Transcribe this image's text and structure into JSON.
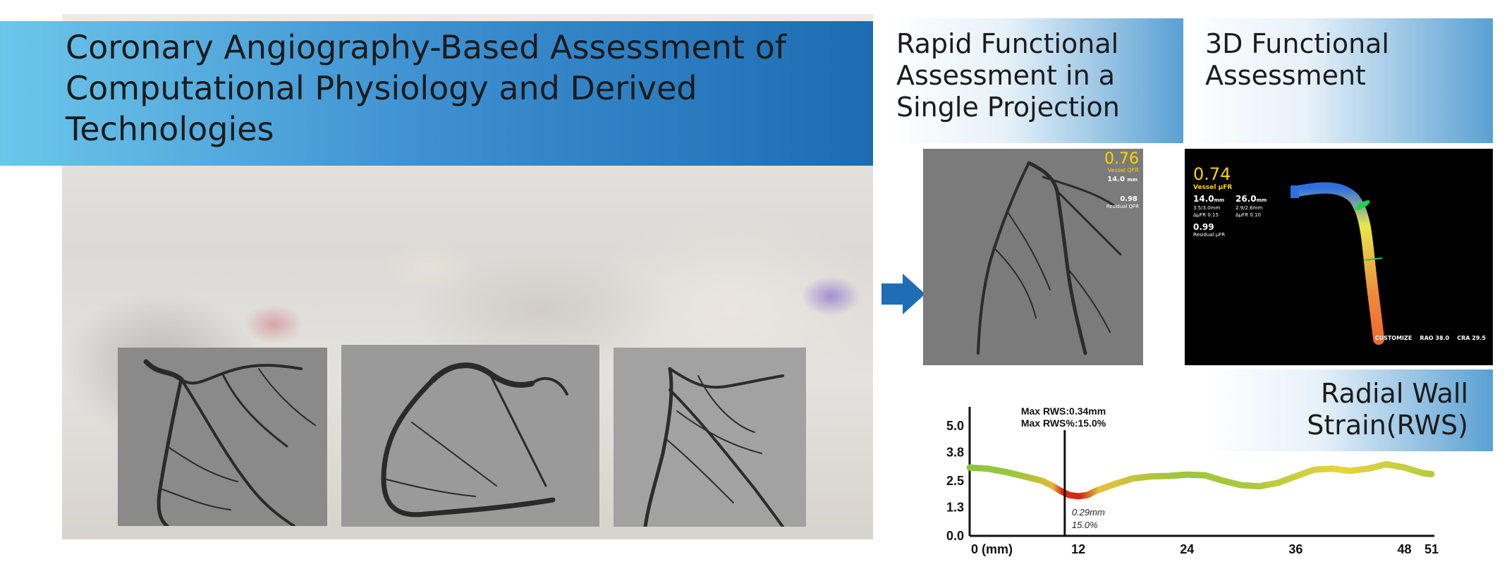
{
  "main_title": "Coronary Angiography-Based Assessment of Computational Physiology and Derived Technologies",
  "rapid_title": "Rapid Functional Assessment in a Single Projection",
  "func3d_title": "3D Functional Assessment",
  "rws_title": "Radial Wall Strain(RWS)",
  "qfr_panel": {
    "value": "0.76",
    "value_label": "Vessel QFR",
    "length": "14.0",
    "length_unit": "mm",
    "residual": "0.98",
    "residual_label": "Residual QFR"
  },
  "ufr_panel": {
    "value": "0.74",
    "value_label": "Vessel μFR",
    "len1": "14.0",
    "len2": "26.0",
    "unit": "mm",
    "diam1": "3.5/3.0mm",
    "diam2": "2.9/2.6mm",
    "dufr1": "ΔμFR  0.15",
    "dufr2": "ΔμFR  0.10",
    "residual": "0.99",
    "residual_label": "Residual μFR",
    "footer": "CUSTOMIZE    RAO 38.0    CRA 29.5"
  },
  "chart_data": {
    "type": "line",
    "title": "",
    "xlabel": "",
    "ylabel": "",
    "x_ticks": [
      "0 (mm)",
      "12",
      "24",
      "36",
      "48",
      "51"
    ],
    "x_tick_values": [
      0,
      12,
      24,
      36,
      48,
      51
    ],
    "y_ticks": [
      "5.0",
      "3.8",
      "2.5",
      "1.3",
      "0.0"
    ],
    "y_tick_values": [
      5.0,
      3.8,
      2.5,
      1.3,
      0.0
    ],
    "xlim": [
      0,
      51
    ],
    "ylim": [
      0,
      5.6
    ],
    "series": [
      {
        "x": [
          0,
          2,
          4,
          6,
          8,
          9,
          10,
          11,
          12,
          13,
          14,
          16,
          18,
          20,
          22,
          24,
          26,
          28,
          30,
          32,
          34,
          36,
          38,
          40,
          42,
          44,
          46,
          48,
          50,
          51
        ],
        "values": [
          3.1,
          3.05,
          2.9,
          2.7,
          2.5,
          2.3,
          2.05,
          1.85,
          1.8,
          1.85,
          2.05,
          2.35,
          2.6,
          2.7,
          2.72,
          2.78,
          2.75,
          2.5,
          2.3,
          2.25,
          2.4,
          2.7,
          3.0,
          3.05,
          2.95,
          3.05,
          3.25,
          3.1,
          2.85,
          2.8
        ]
      }
    ],
    "marker_x": 10.5,
    "annotations": {
      "max_rws": "Max RWS:0.34mm",
      "max_rws_pct": "Max RWS%:15.0%",
      "point_mm": "0.29mm",
      "point_pct": "15.0%"
    }
  }
}
